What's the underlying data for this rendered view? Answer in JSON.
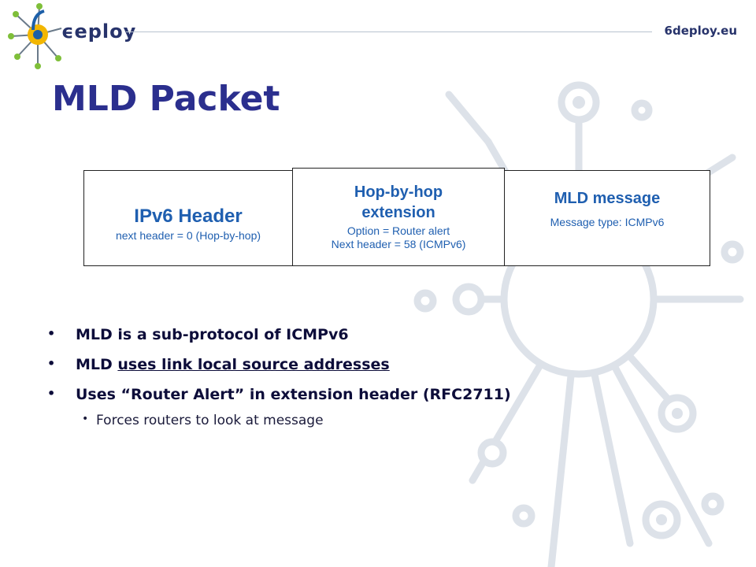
{
  "brand": {
    "logo_text": "ϵeploy",
    "site": "6deploy.eu"
  },
  "slide": {
    "title": "MLD Packet"
  },
  "packet": {
    "ipv6": {
      "title": "IPv6 Header",
      "detail": "next header = 0 (Hop-by-hop)"
    },
    "hbh": {
      "title_line1": "Hop-by-hop",
      "title_line2": "extension",
      "option": "Option = Router alert",
      "next": "Next header = 58 (ICMPv6)"
    },
    "mld": {
      "title": "MLD message",
      "detail": "Message type: ICMPv6"
    }
  },
  "bullets": {
    "b1": "MLD is a sub-protocol of ICMPv6",
    "b2_prefix": "MLD ",
    "b2_link": "uses link local source addresses",
    "b3": "Uses “Router Alert” in extension header (RFC2711)",
    "b3_sub": "Forces routers to look at message"
  },
  "colors": {
    "title": "#2b2f8e",
    "box_text": "#1f5fb0",
    "brand": "#27336b",
    "decoration": "#dde2e9"
  }
}
